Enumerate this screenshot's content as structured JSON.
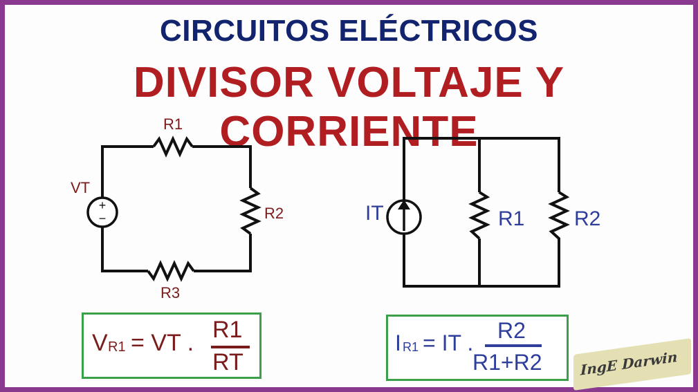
{
  "title_top": "CIRCUITOS ELÉCTRICOS",
  "title_main": "DIVISOR VOLTAJE Y CORRIENTE",
  "voltage_divider": {
    "source_label": "VT",
    "source_plus": "+",
    "source_minus": "−",
    "r1_label": "R1",
    "r2_label": "R2",
    "r3_label": "R3"
  },
  "current_divider": {
    "source_label": "IT",
    "r1_label": "R1",
    "r2_label": "R2"
  },
  "formula_voltage": {
    "v": "V",
    "sub": "R1",
    "eq": " = VT .",
    "numerator": "R1",
    "denominator": "RT"
  },
  "formula_current": {
    "i": "I",
    "sub": "R1",
    "eq": "= IT .",
    "numerator": "R2",
    "denominator": "R1+R2"
  },
  "watermark": "IngE  Darwin",
  "colors": {
    "border": "#8a3a8e",
    "title_top": "#12246e",
    "title_main": "#b11e22",
    "label_red": "#7a1c1c",
    "label_blue": "#2e3e9a",
    "box_border": "#3aa04a"
  }
}
